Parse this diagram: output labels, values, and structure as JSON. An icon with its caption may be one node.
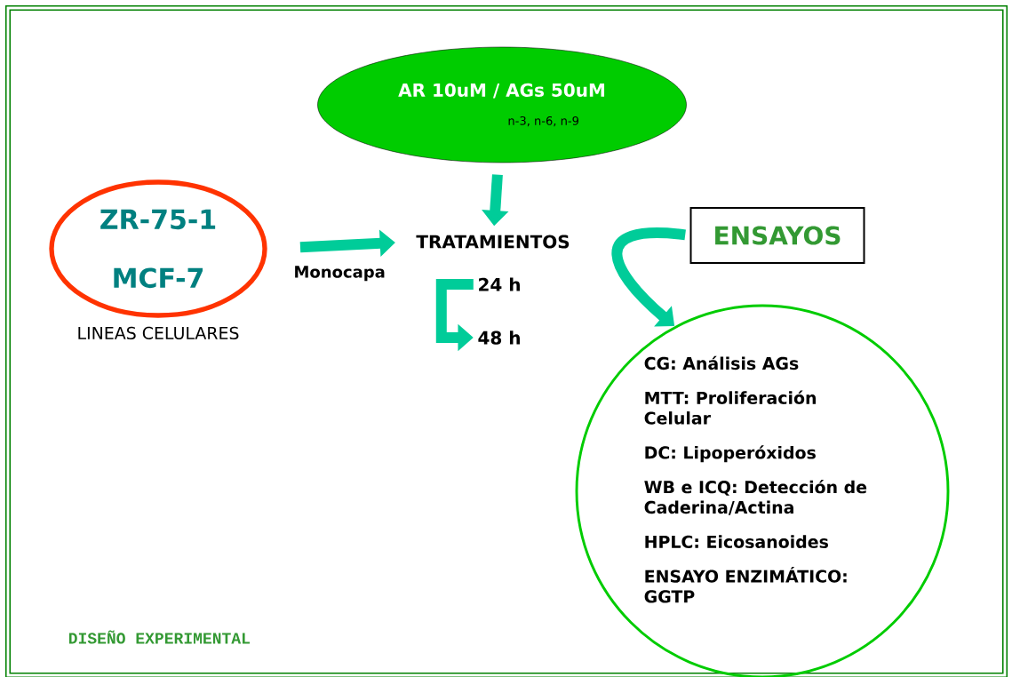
{
  "diagram": {
    "nodes": [
      {
        "text": [
          "ZR-75-1",
          "MCF-7"
        ],
        "beside": [
          "LINEAS CELULARES"
        ]
      },
      {
        "text": [
          "AR 10uM / AGs 50uM",
          "n-3, n-6, n-9"
        ]
      },
      {
        "text": [
          "TRATAMIENTOS"
        ]
      },
      {
        "text": [
          "24 h"
        ]
      },
      {
        "text": [
          "48 h"
        ]
      },
      {
        "text": [
          "ENSAYOS"
        ]
      },
      {
        "text": [
          "CG: Análisis AGs",
          "MTT: Proliferación Celular",
          "DC: Lipoperóxidos",
          "WB e ICQ: Detección de Caderina/Actina",
          "HPLC: Eicosanoides",
          "ENSAYO ENZIMÁTICO: GGTP"
        ]
      }
    ],
    "edges": [
      {
        "from": 0,
        "to": 2,
        "arrow": "to",
        "label": "Monocapa"
      },
      {
        "from": 1,
        "to": 2,
        "arrow": "to"
      },
      {
        "from": 3,
        "to": 4,
        "arrow": "to"
      },
      {
        "from": 5,
        "to": 6,
        "arrow": "to"
      }
    ],
    "labels": [
      "DISEÑO EXPERIMENTAL"
    ]
  }
}
